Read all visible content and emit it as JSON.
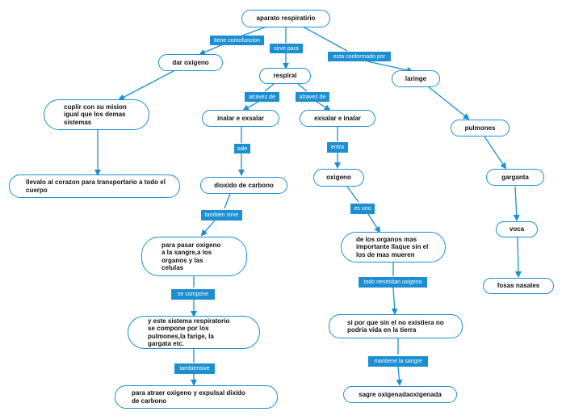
{
  "nodes": {
    "root": "aparato respiratirio",
    "dar_oxigeno": "dar oxigeno",
    "respiral": "respiral",
    "laringe": "laringe",
    "cuplir": "cuplir con su mision igual que los demas sistemas",
    "llevalo": "llevalo al corazon para transportario a todo el cuerpo",
    "inalar": "inalar e exsalar",
    "exsalar": "exsalar e inalar",
    "pulmones": "pulmones",
    "dioxido": "dioxido de carbono",
    "oxigeno": "oxigeno",
    "garganta": "garganta",
    "para_pasar": "para pasar oxigeno a la sangre,a los organos y las celulas",
    "de_los_organos": "de los organos mas importante llaque sin el los de mas mueren",
    "voca": "voca",
    "fosas": "fosas nasales",
    "y_este": "y este sistema respiratorio se compone por los pulmones,la farige, la gargata etc.",
    "si_por": "si por que sin el no existiera no podria vida en la tierra",
    "para_atraer": "para atraer oxigeno y expulsal dixido de carbono",
    "sagre": "sagre oxigenadaoxigenada"
  },
  "labels": {
    "tiene": "tiene comofuncion",
    "sirve": "sirve para",
    "esta": "esta conformado por",
    "atravez1": "atravez de",
    "atravez2": "atravez de",
    "sale": "sale",
    "entra": "entra",
    "tambien": "tambien sirve",
    "esuno": "es uno",
    "secompone": "se compone",
    "todo": "todo nesesitan oxigeno",
    "tambiensive": "tambiensive",
    "mantiene": "mantiene la sangre"
  },
  "colors": {
    "accent": "#1b8fd2"
  }
}
